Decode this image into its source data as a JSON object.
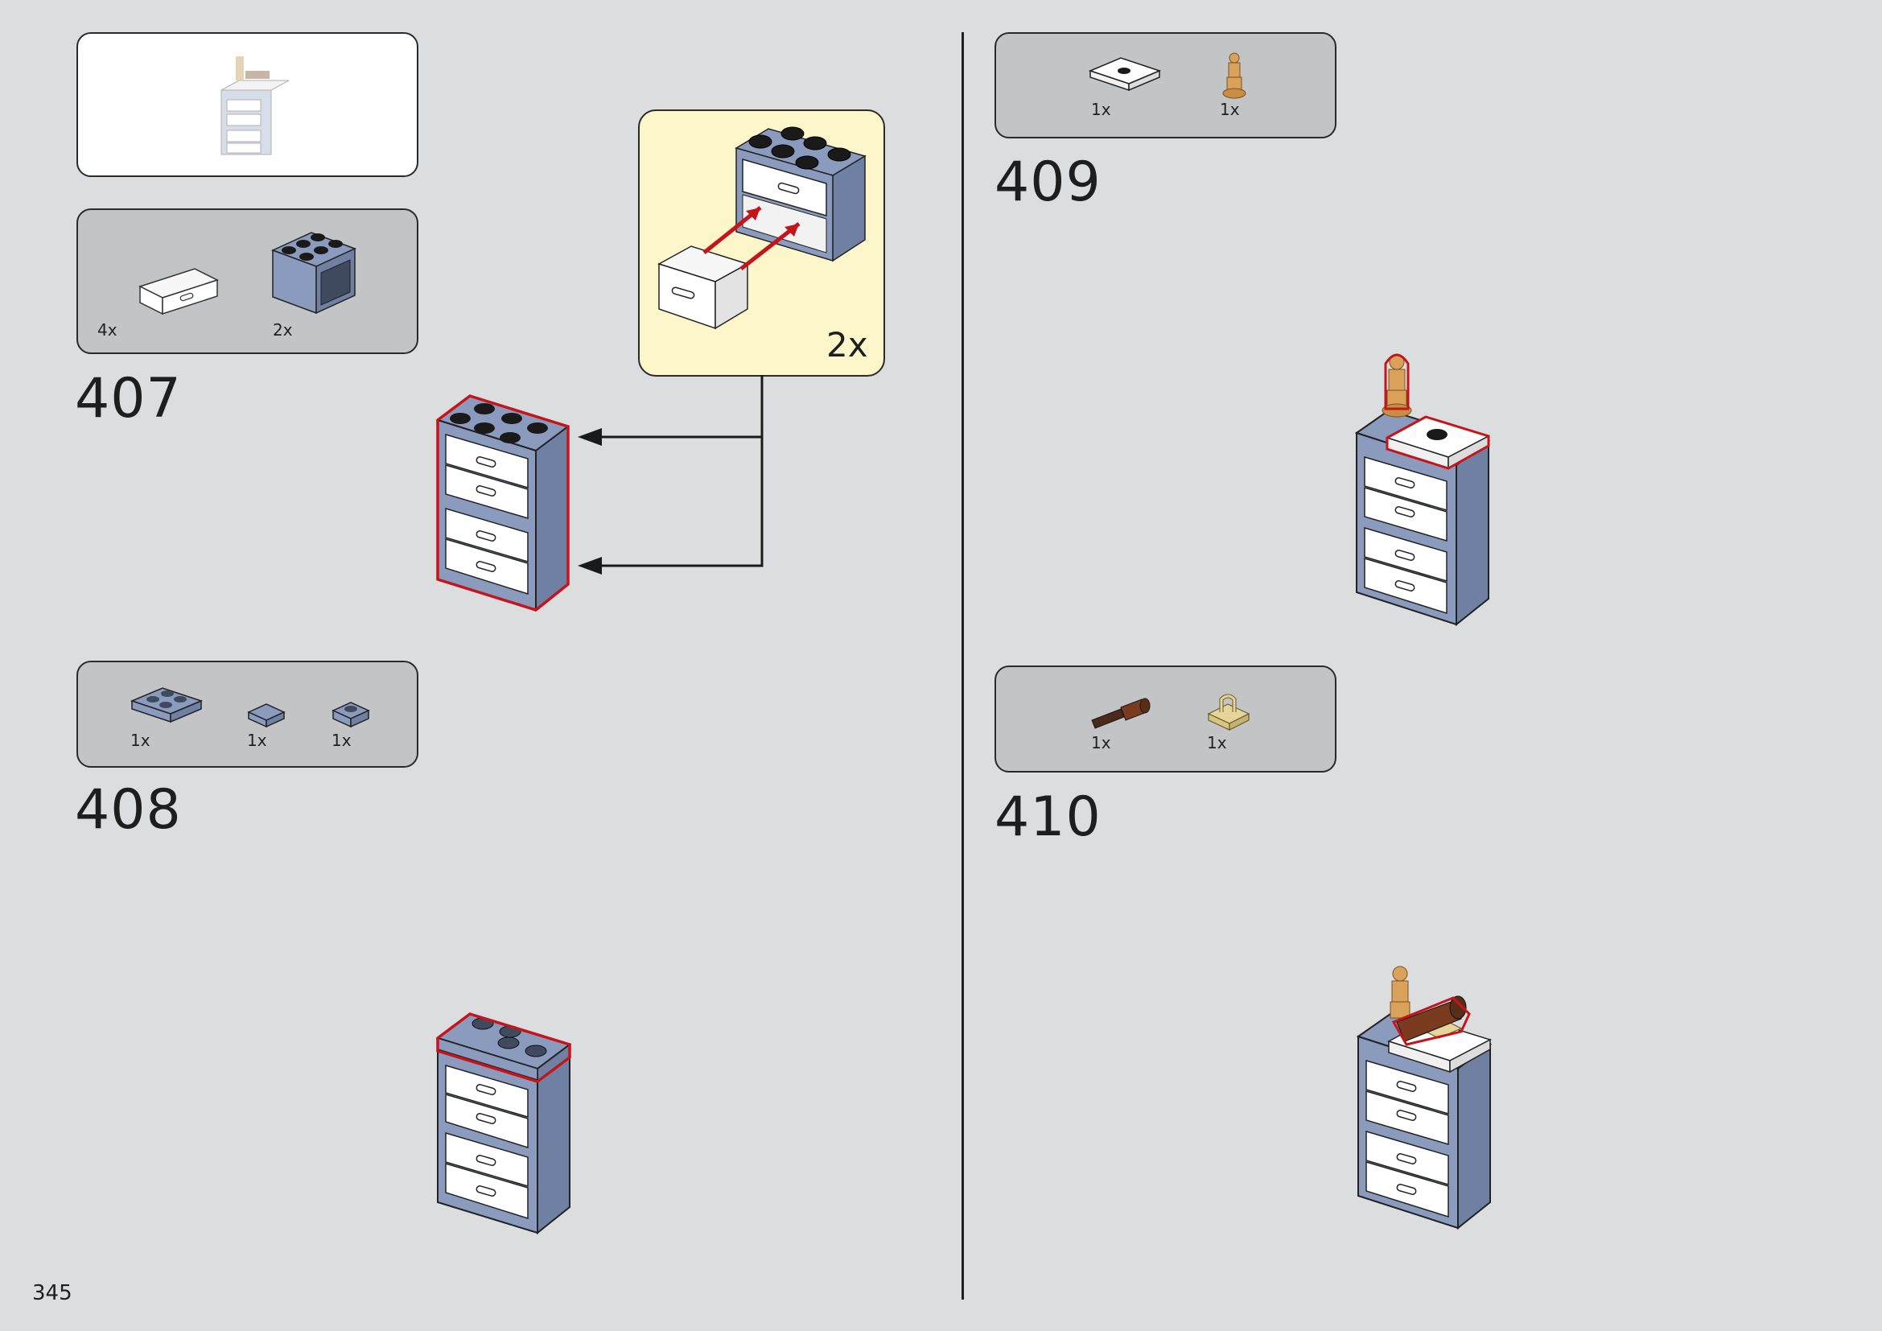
{
  "page_number": "345",
  "steps": [
    {
      "number": "407",
      "parts": [
        {
          "qty": "4x",
          "part": "drawer-icon"
        },
        {
          "qty": "2x",
          "part": "cupboard-icon"
        }
      ],
      "subassembly_multiplier": "2x"
    },
    {
      "number": "408",
      "parts": [
        {
          "qty": "1x",
          "part": "plate-2x2-icon"
        },
        {
          "qty": "1x",
          "part": "tile-1x1-icon"
        },
        {
          "qty": "1x",
          "part": "plate-1x1-icon"
        }
      ]
    },
    {
      "number": "409",
      "parts": [
        {
          "qty": "1x",
          "part": "tile-2x2-center-stud-icon"
        },
        {
          "qty": "1x",
          "part": "statuette-icon"
        }
      ]
    },
    {
      "number": "410",
      "parts": [
        {
          "qty": "1x",
          "part": "telescope-icon"
        },
        {
          "qty": "1x",
          "part": "clip-plate-icon"
        }
      ]
    }
  ],
  "colors": {
    "background": "#dcdddf",
    "parts_box": "#c3c4c6",
    "submodel_box": "#fdf6cb",
    "brick_blue": "#8a9bbd",
    "highlight": "#c4151c"
  }
}
